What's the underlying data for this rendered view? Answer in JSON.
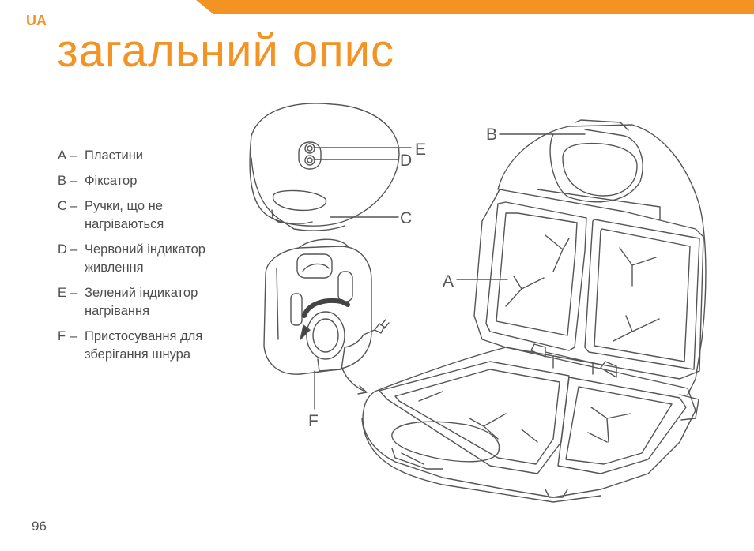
{
  "header": {
    "lang_code": "UA",
    "accent_color": "#f39324"
  },
  "title": "загальний опис",
  "legend": [
    {
      "letter": "A",
      "text": "Пластини"
    },
    {
      "letter": "B",
      "text": "Фіксатор"
    },
    {
      "letter": "C",
      "text": "Ручки, що не нагріваються"
    },
    {
      "letter": "D",
      "text": "Червоний індикатор живлення"
    },
    {
      "letter": "E",
      "text": "Зелений індикатор нагрівання"
    },
    {
      "letter": "F",
      "text": "Пристосування для зберігання шнура"
    }
  ],
  "callouts": {
    "a": "A",
    "b": "B",
    "c": "C",
    "d": "D",
    "e": "E",
    "f": "F"
  },
  "page_number": "96"
}
